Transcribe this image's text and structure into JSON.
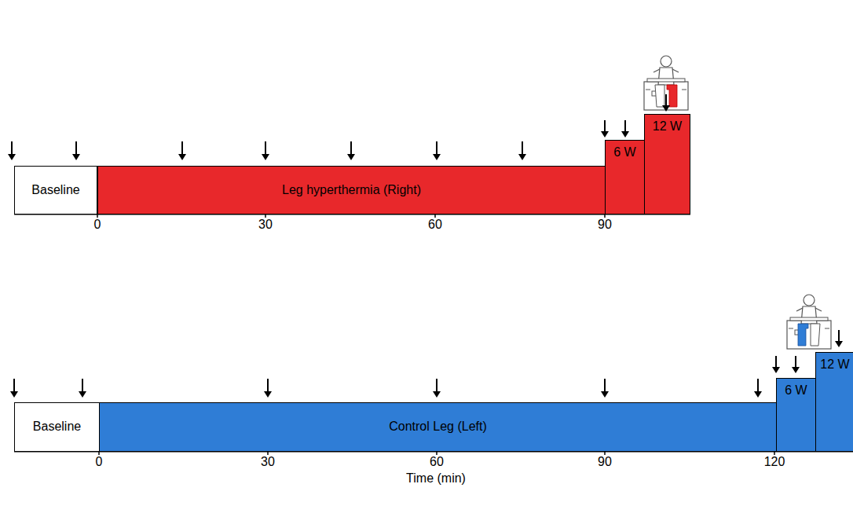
{
  "diagram": {
    "nodes": [
      {
        "text": [
          "Baseline"
        ]
      },
      {
        "text": [
          "Leg hyperthermia (Right)"
        ]
      },
      {
        "text": [
          "6 W"
        ]
      },
      {
        "text": [
          "12 W"
        ]
      },
      {
        "text": [
          "Baseline"
        ]
      },
      {
        "text": [
          "Control Leg (Left)"
        ]
      },
      {
        "text": [
          "6 W"
        ]
      },
      {
        "text": [
          "12 W"
        ]
      }
    ],
    "labels": [
      "0",
      "30",
      "60",
      "90",
      "0",
      "30",
      "60",
      "90",
      "120",
      "Time (min)"
    ]
  }
}
